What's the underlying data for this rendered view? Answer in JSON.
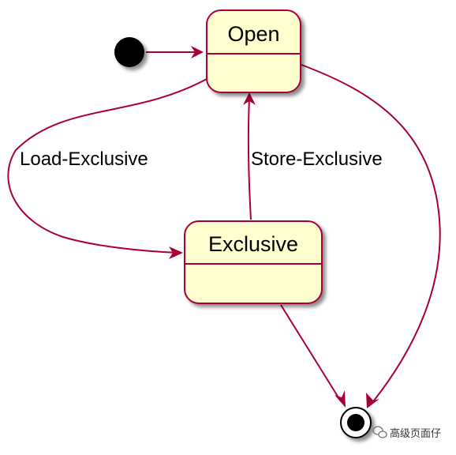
{
  "diagram": {
    "states": {
      "open": {
        "title": "Open"
      },
      "exclusive": {
        "title": "Exclusive"
      }
    },
    "transitions": {
      "load_exclusive": {
        "label": "Load-Exclusive"
      },
      "store_exclusive": {
        "label": "Store-Exclusive"
      }
    },
    "colors": {
      "state_fill": "#FEFECE",
      "border": "#A80036",
      "edge": "#A80036",
      "pseudo_state": "#000000"
    }
  },
  "watermark": {
    "text": "高级页面仔",
    "icon": "wechat-icon"
  }
}
